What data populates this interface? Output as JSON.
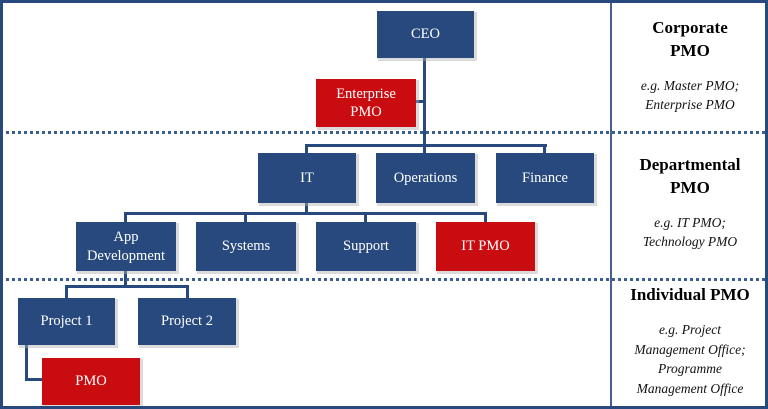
{
  "colors": {
    "node_blue": "#27497D",
    "node_red": "#C80C10",
    "line_blue": "#27497D",
    "dotted_line_blue": "#3A5D92"
  },
  "nodes": {
    "ceo": "CEO",
    "enterprise_pmo": "Enterprise\nPMO",
    "it": "IT",
    "operations": "Operations",
    "finance": "Finance",
    "app_development": "App\nDevelopment",
    "systems": "Systems",
    "support": "Support",
    "it_pmo": "IT PMO",
    "project_1": "Project 1",
    "project_2": "Project 2",
    "pmo": "PMO"
  },
  "hierarchy_note": {
    "root": "CEO",
    "ceo_children": [
      "IT",
      "Operations",
      "Finance"
    ],
    "ceo_staff": [
      "Enterprise PMO"
    ],
    "it_children": [
      "App Development",
      "Systems",
      "Support",
      "IT PMO"
    ],
    "app_development_children": [
      "Project 1",
      "Project 2"
    ],
    "project_1_staff": [
      "PMO"
    ]
  },
  "panel": {
    "sections": [
      {
        "heading": "Corporate\nPMO",
        "example": "e.g. Master PMO;\nEnterprise PMO"
      },
      {
        "heading": "Departmental\nPMO",
        "example": "e.g. IT PMO;\nTechnology PMO"
      },
      {
        "heading": "Individual PMO",
        "example": "e.g. Project\nManagement Office;\nProgramme\nManagement Office"
      }
    ]
  }
}
